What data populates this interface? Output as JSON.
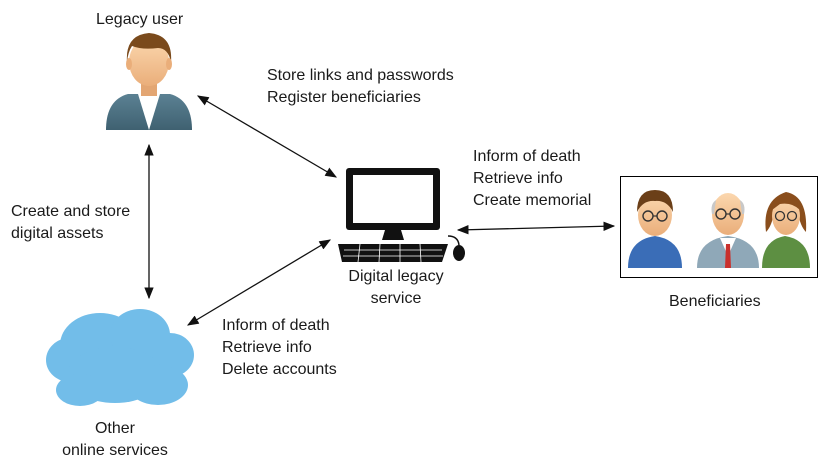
{
  "nodes": {
    "legacy_user": {
      "label": "Legacy user",
      "icon": "person-icon"
    },
    "service": {
      "label_line1": "Digital legacy",
      "label_line2": "service",
      "icon": "computer-icon"
    },
    "beneficiaries": {
      "label": "Beneficiaries",
      "icon": "people-group-icon"
    },
    "other_services": {
      "label_line1": "Other",
      "label_line2": "online services",
      "icon": "cloud-icon"
    }
  },
  "edges": {
    "user_service": {
      "line1": "Store links and passwords",
      "line2": "Register beneficiaries"
    },
    "user_other": {
      "line1": "Create and store",
      "line2": "digital assets"
    },
    "service_beneficiaries": {
      "line1": "Inform of death",
      "line2": "Retrieve info",
      "line3": "Create memorial"
    },
    "service_other": {
      "line1": "Inform of death",
      "line2": "Retrieve info",
      "line3": "Delete accounts"
    }
  },
  "colors": {
    "skin": "#f6c79a",
    "suit": "#4e7486",
    "hair_brown": "#7a4a1c",
    "cloud": "#72bde9",
    "monitor": "#111111",
    "person_blue": "#3a6db7",
    "person_green": "#5d8f42",
    "tie_red": "#c9302c"
  }
}
